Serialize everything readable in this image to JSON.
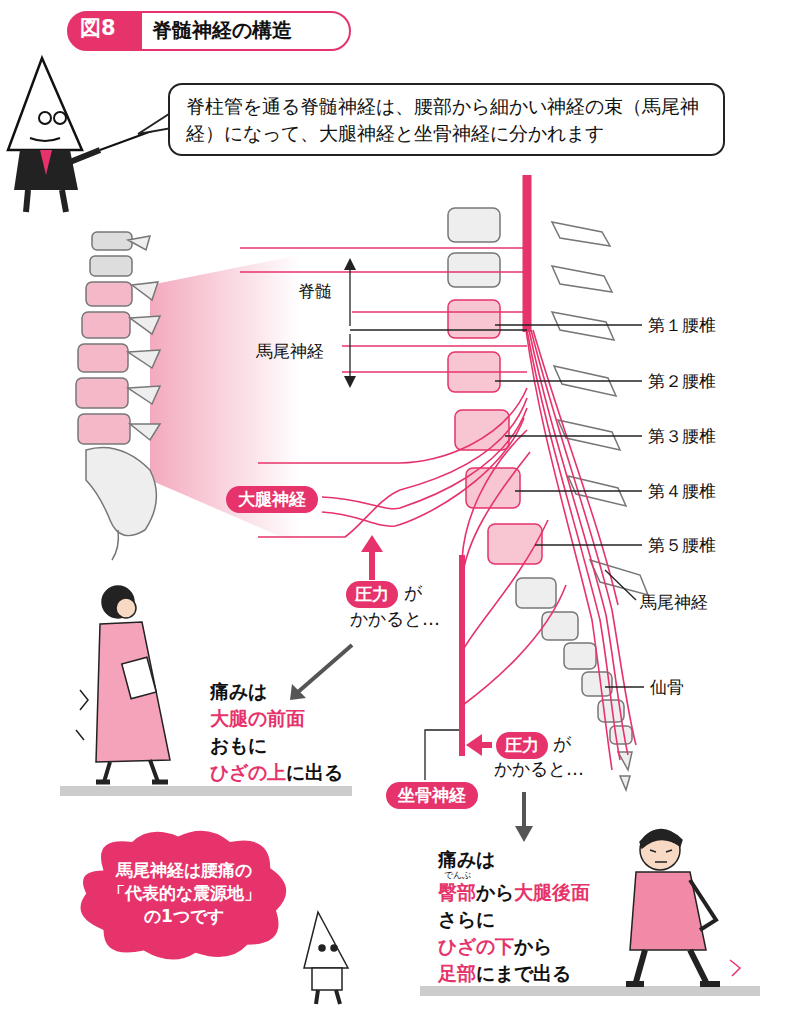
{
  "diagram": {
    "title": "脊髄神経の構造",
    "nodes": [
      {
        "text": [
          "脊柱管を通る脊髄神経は、腰部から細かい神経の束（馬尾神経）になって、大腿神経と坐骨神経に分かれます"
        ]
      },
      {
        "text": [
          "大腿神経"
        ]
      },
      {
        "text": [
          "圧力"
        ]
      },
      {
        "text": [
          "圧力"
        ]
      },
      {
        "text": [
          "坐骨神経"
        ]
      },
      {
        "text": [
          "馬尾神経は腰痛の「代表的な震源地」の1つです"
        ]
      }
    ],
    "labels": [
      "図8",
      "脊髄",
      "馬尾神経",
      "第１腰椎",
      "第２腰椎",
      "第３腰椎",
      "第４腰椎",
      "第５腰椎",
      "馬尾神経",
      "仙骨",
      "が",
      "かかると…",
      "が",
      "かかると…",
      "痛みは",
      "大腿の前面",
      "おもに",
      "ひざの上",
      "に出る",
      "痛みは",
      "でんぶ",
      "臀部",
      "から",
      "大腿後面",
      "さらに",
      "ひざの下",
      "から",
      "足部",
      "にまで出る"
    ]
  }
}
